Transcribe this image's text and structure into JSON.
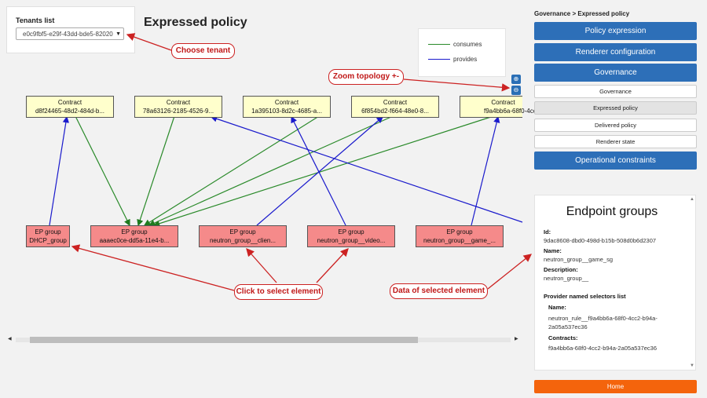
{
  "tenants": {
    "label": "Tenants list",
    "selected": "e0c9fbf5-e29f-43dd-bde5-82020"
  },
  "page_title": "Expressed policy",
  "legend": {
    "consumes": "consumes",
    "provides": "provides",
    "consumes_color": "#2a8a2a",
    "provides_color": "#1a1acc"
  },
  "zoom": {
    "in_icon": "zoom-in-icon",
    "out_icon": "zoom-out-icon"
  },
  "contracts": [
    {
      "type": "Contract",
      "name": "d8f24465-48d2-484d-b..."
    },
    {
      "type": "Contract",
      "name": "78a63126-2185-4526-9..."
    },
    {
      "type": "Contract",
      "name": "1a395103-8d2c-4685-a..."
    },
    {
      "type": "Contract",
      "name": "6f854bd2-f664-48e0-8..."
    },
    {
      "type": "Contract",
      "name": "f9a4bb6a-68f0-4cc"
    }
  ],
  "ep_groups": [
    {
      "type": "EP group",
      "name": "DHCP_group"
    },
    {
      "type": "EP group",
      "name": "aaaec0ce-dd5a-11e4-b..."
    },
    {
      "type": "EP group",
      "name": "neutron_group__clien..."
    },
    {
      "type": "EP group",
      "name": "neutron_group__video..."
    },
    {
      "type": "EP group",
      "name": "neutron_group__game_..."
    }
  ],
  "callouts": {
    "choose_tenant": "Choose tenant",
    "zoom_topology": "Zoom topology +-",
    "click_select": "Click to select element",
    "data_selected": "Data of selected element"
  },
  "sidebar": {
    "breadcrumb": "Governance > Expressed policy",
    "policy_expression": "Policy expression",
    "renderer_configuration": "Renderer configuration",
    "governance": "Governance",
    "sub_governance": "Governance",
    "sub_expressed": "Expressed policy",
    "sub_delivered": "Delivered policy",
    "sub_renderer_state": "Renderer state",
    "operational_constraints": "Operational constraints",
    "home": "Home"
  },
  "detail": {
    "title": "Endpoint groups",
    "id_label": "Id:",
    "id_value": "9dac8608-dbd0-498d-b15b-508d0b6d2307",
    "name_label": "Name:",
    "name_value": "neutron_group__game_sg",
    "desc_label": "Description:",
    "desc_value": "neutron_group__",
    "provider_label": "Provider named selectors list",
    "prov_name_label": "Name:",
    "prov_name_value_1": "neutron_rule__f9a4bb6a-68f0-4cc2-b94a-",
    "prov_name_value_2": "2a05a537ec36",
    "contracts_label": "Contracts:",
    "contracts_value": "f9a4bb6a-68f0-4cc2-b94a-2a05a537ec36"
  }
}
